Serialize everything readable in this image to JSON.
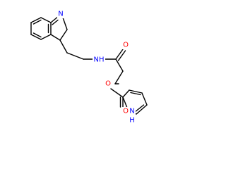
{
  "molecule": {
    "colors": {
      "bond": "#000000",
      "nitrogen": "#0000ff",
      "oxygen": "#ff0000",
      "background": "#ffffff"
    },
    "atom_labels": {
      "indole_n": "N",
      "amide_n": "NH",
      "amide_o": "O",
      "ester_o": "O",
      "carbonyl_o": "O",
      "pyrrole_n": "NH",
      "pyrrole_h": "H",
      "pyrrole_n_letter": "N"
    }
  }
}
